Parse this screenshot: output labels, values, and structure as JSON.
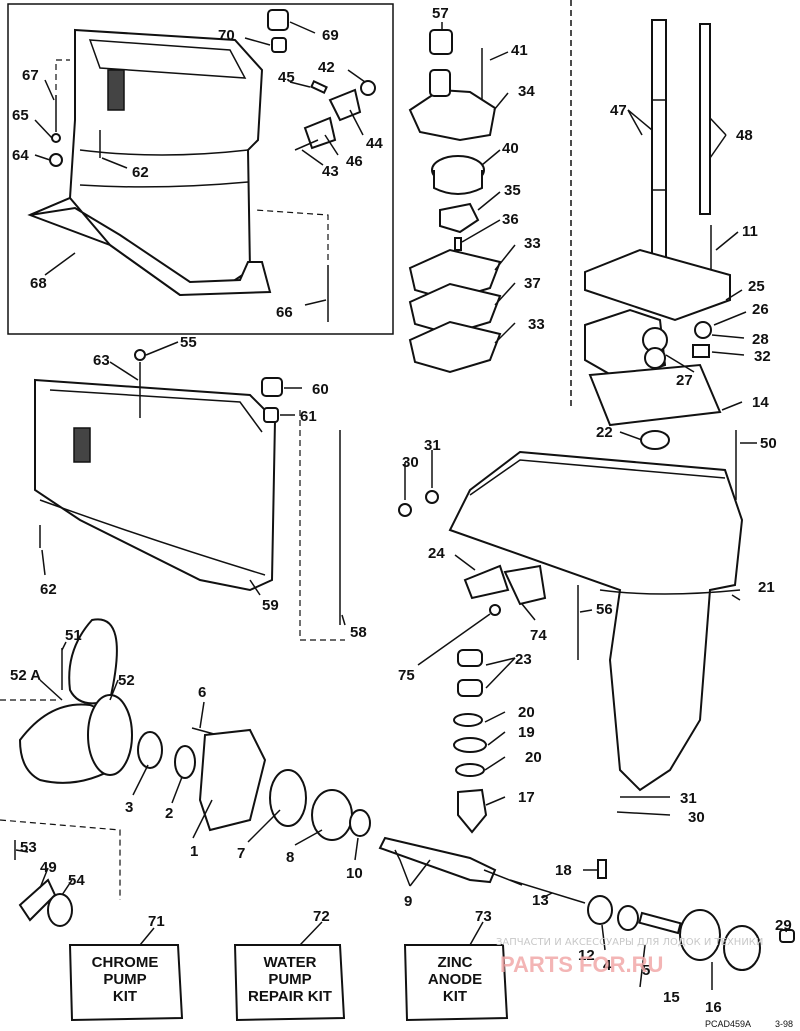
{
  "callouts": [
    "1",
    "2",
    "3",
    "4",
    "5",
    "6",
    "7",
    "8",
    "9",
    "10",
    "11",
    "12",
    "13",
    "14",
    "15",
    "16",
    "17",
    "18",
    "19",
    "20",
    "20",
    "21",
    "22",
    "23",
    "24",
    "25",
    "26",
    "27",
    "28",
    "29",
    "30",
    "30",
    "31",
    "31",
    "32",
    "33",
    "33",
    "34",
    "35",
    "36",
    "37",
    "40",
    "41",
    "42",
    "43",
    "44",
    "45",
    "46",
    "47",
    "48",
    "49",
    "50",
    "51",
    "52",
    "52 A",
    "53",
    "54",
    "55",
    "56",
    "57",
    "58",
    "59",
    "60",
    "61",
    "62",
    "62",
    "63",
    "64",
    "65",
    "66",
    "67",
    "68",
    "69",
    "70",
    "71",
    "72",
    "73",
    "74",
    "75"
  ],
  "kits": [
    {
      "number": "71",
      "lines": [
        "CHROME",
        "PUMP",
        "KIT"
      ]
    },
    {
      "number": "72",
      "lines": [
        "WATER",
        "PUMP",
        "REPAIR KIT"
      ]
    },
    {
      "number": "73",
      "lines": [
        "ZINC",
        "ANODE",
        "KIT"
      ]
    }
  ],
  "figure_code": "PCAD459A",
  "page_code": "3-98",
  "watermark": {
    "line1": "ЗАПЧАСТИ И АКСЕССУАРЫ ДЛЯ ЛОДОК И ТЕХНИКИ",
    "line2": "PARTS FOR.RU"
  }
}
